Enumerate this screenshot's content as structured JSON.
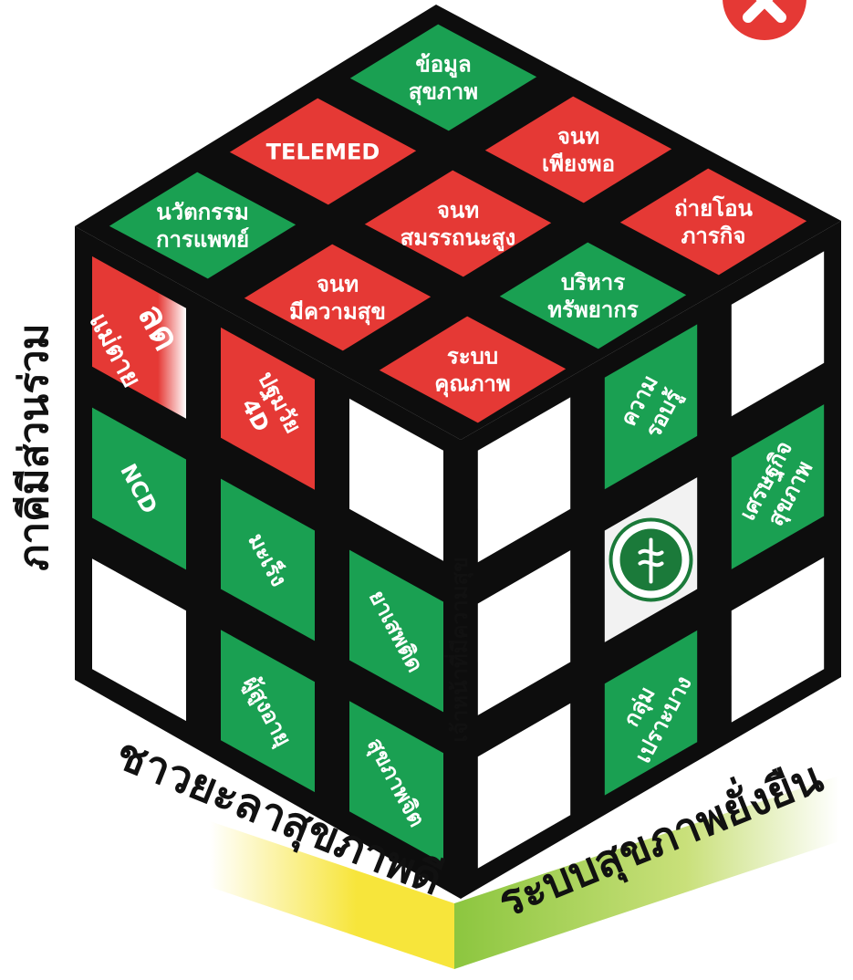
{
  "close_button": {
    "label": "close"
  },
  "colors": {
    "red": "#e53935",
    "green": "#1aa052",
    "white": "#ffffff",
    "border": "#0d0d0d",
    "label_green": "#8cc63f",
    "label_yellow": "#f7e53b"
  },
  "top_face": {
    "tiles": [
      {
        "lines": [
          "ข้อมูล",
          "สุขภาพ"
        ],
        "color": "green"
      },
      {
        "lines": [
          "TELEMED"
        ],
        "color": "red"
      },
      {
        "lines": [
          "จนท",
          "เพียงพอ"
        ],
        "color": "red"
      },
      {
        "lines": [
          "นวัตกรรม",
          "การแพทย์"
        ],
        "color": "green"
      },
      {
        "lines": [
          "จนท",
          "สมรรถนะสูง"
        ],
        "color": "red"
      },
      {
        "lines": [
          "ถ่ายโอน",
          "ภารกิจ"
        ],
        "color": "red"
      },
      {
        "lines": [
          "จนท",
          "มีความสุข"
        ],
        "color": "red"
      },
      {
        "lines": [
          "บริหาร",
          "ทรัพยากร"
        ],
        "color": "green"
      },
      {
        "lines": [
          "ระบบ",
          "คุณภาพ"
        ],
        "color": "red"
      }
    ]
  },
  "left_face": {
    "tiles": [
      {
        "lines": [
          "ลด",
          "แม่ตาย"
        ],
        "color": "red"
      },
      {
        "lines": [
          "ปฐมวัย",
          "4D"
        ],
        "color": "red"
      },
      {
        "lines": [],
        "color": "white"
      },
      {
        "lines": [
          "NCD"
        ],
        "color": "green"
      },
      {
        "lines": [
          "มะเร็ง"
        ],
        "color": "green"
      },
      {
        "lines": [
          "ยาเสพติด"
        ],
        "color": "green"
      },
      {
        "lines": [],
        "color": "white"
      },
      {
        "lines": [
          "ผู้สูงอายุ"
        ],
        "color": "green"
      },
      {
        "lines": [
          "สุขภาพจิต"
        ],
        "color": "green"
      }
    ]
  },
  "right_face": {
    "tiles": [
      {
        "lines": [],
        "color": "white"
      },
      {
        "lines": [
          "ความ",
          "รอบรู้"
        ],
        "color": "green"
      },
      {
        "lines": [],
        "color": "white"
      },
      {
        "lines": [],
        "color": "white"
      },
      {
        "lines": [
          "emblem"
        ],
        "color": "logo"
      },
      {
        "lines": [
          "เศรษฐกิจ",
          "สุขภาพ"
        ],
        "color": "green"
      },
      {
        "lines": [],
        "color": "white"
      },
      {
        "lines": [
          "กลุ่ม",
          "เปราะบาง"
        ],
        "color": "green"
      },
      {
        "lines": [],
        "color": "white"
      }
    ]
  },
  "labels": {
    "left_vertical": "ภาคีมีส่วนร่วม",
    "center_vertical": "เจ้าหน้าที่มีความสุข",
    "bottom_left": "ชาวยะลาสุขภาพดี",
    "bottom_right": "ระบบสุขภาพยั่งยืน"
  }
}
